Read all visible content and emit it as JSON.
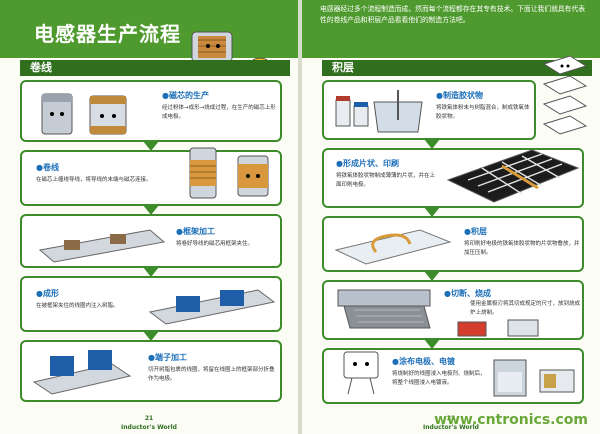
{
  "left": {
    "title": "电感器生产流程",
    "section": "卷线",
    "steps": [
      {
        "heading": "●磁芯的生产",
        "body": "经过粉体→成形→烧成过程，在生产的磁芯上形成电极。"
      },
      {
        "heading": "●卷线",
        "body": "在磁芯上缠绕导线，将导线的末端与磁芯连接。"
      },
      {
        "heading": "●框架加工",
        "body": "将卷好导线的磁芯用框架夹住。"
      },
      {
        "heading": "●成形",
        "body": "在被框架夹住的线圈内注入树脂。"
      },
      {
        "heading": "●端子加工",
        "body": "切开树脂包裹的线圈，将留在线圈上的框架部分折叠作为电极。"
      }
    ],
    "page_number": "21",
    "footer": "Inductor's World"
  },
  "right": {
    "intro": "电感器经过多个流程制造而成。然而每个流程都存在其专有技术。下面让我们就具有代表性的卷线产品和积层产品看看他们的制造方法吧。",
    "section": "积层",
    "steps": [
      {
        "heading": "●制造胶状物",
        "body": "将铁氧体粉末与树脂混合，制成铁氧体胶状物。"
      },
      {
        "heading": "●形成片状、印刷",
        "body": "将铁氧体胶状物制成薄薄的片状，并在上面印刷电极。"
      },
      {
        "heading": "●积层",
        "body": "将印刷好电极的铁氧体胶状物的片状物叠放，并加压压制。"
      },
      {
        "heading": "●切断、烧成",
        "body": "使用金属极刃将其切成规定的尺寸，放到烧成炉上烧制。"
      },
      {
        "heading": "●涂布电极、电镀",
        "body": "将烧制好的线圈浸入电极剂、烧制后，将整个线圈浸入电镀液。"
      }
    ],
    "page_number": "22",
    "footer": "Inductor's World",
    "watermark": "www.cntronics.com"
  }
}
